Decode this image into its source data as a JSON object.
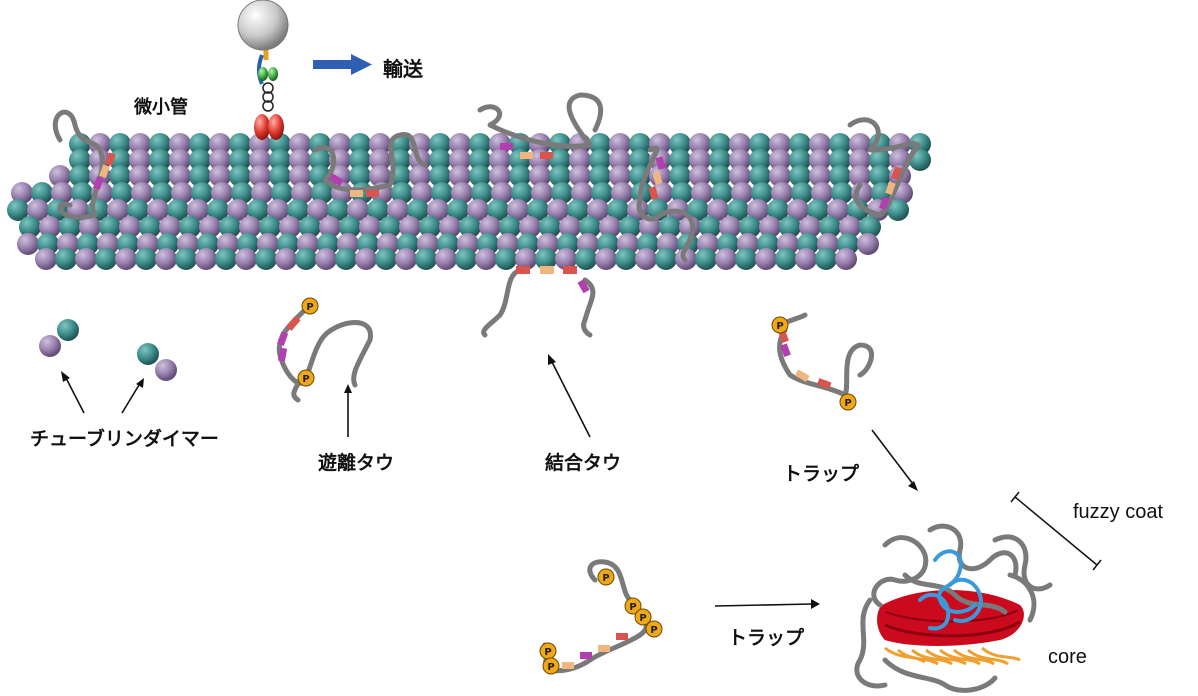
{
  "labels": {
    "microtubule": "微小管",
    "transport": "輸送",
    "tubulin_dimer": "チューブリンダイマー",
    "free_tau": "遊離タウ",
    "bound_tau": "結合タウ",
    "trap_upper": "トラップ",
    "trap_lower": "トラップ",
    "fuzzy_coat": "fuzzy coat",
    "core": "core",
    "phospho_symbol": "P"
  },
  "colors": {
    "tubulin_teal": "#3e8f8c",
    "tubulin_purple": "#9a82b0",
    "tau_chain": "#7a7a7a",
    "segment_red": "#d9534f",
    "segment_orange": "#f0b67f",
    "segment_magenta": "#b13fb0",
    "phospho_yellow": "#f0a818",
    "transport_arrow": "#2f5fb3",
    "core_red": "#cc0a1e",
    "core_orange": "#f0a030",
    "fuzzy_blue": "#3a9ad9"
  }
}
